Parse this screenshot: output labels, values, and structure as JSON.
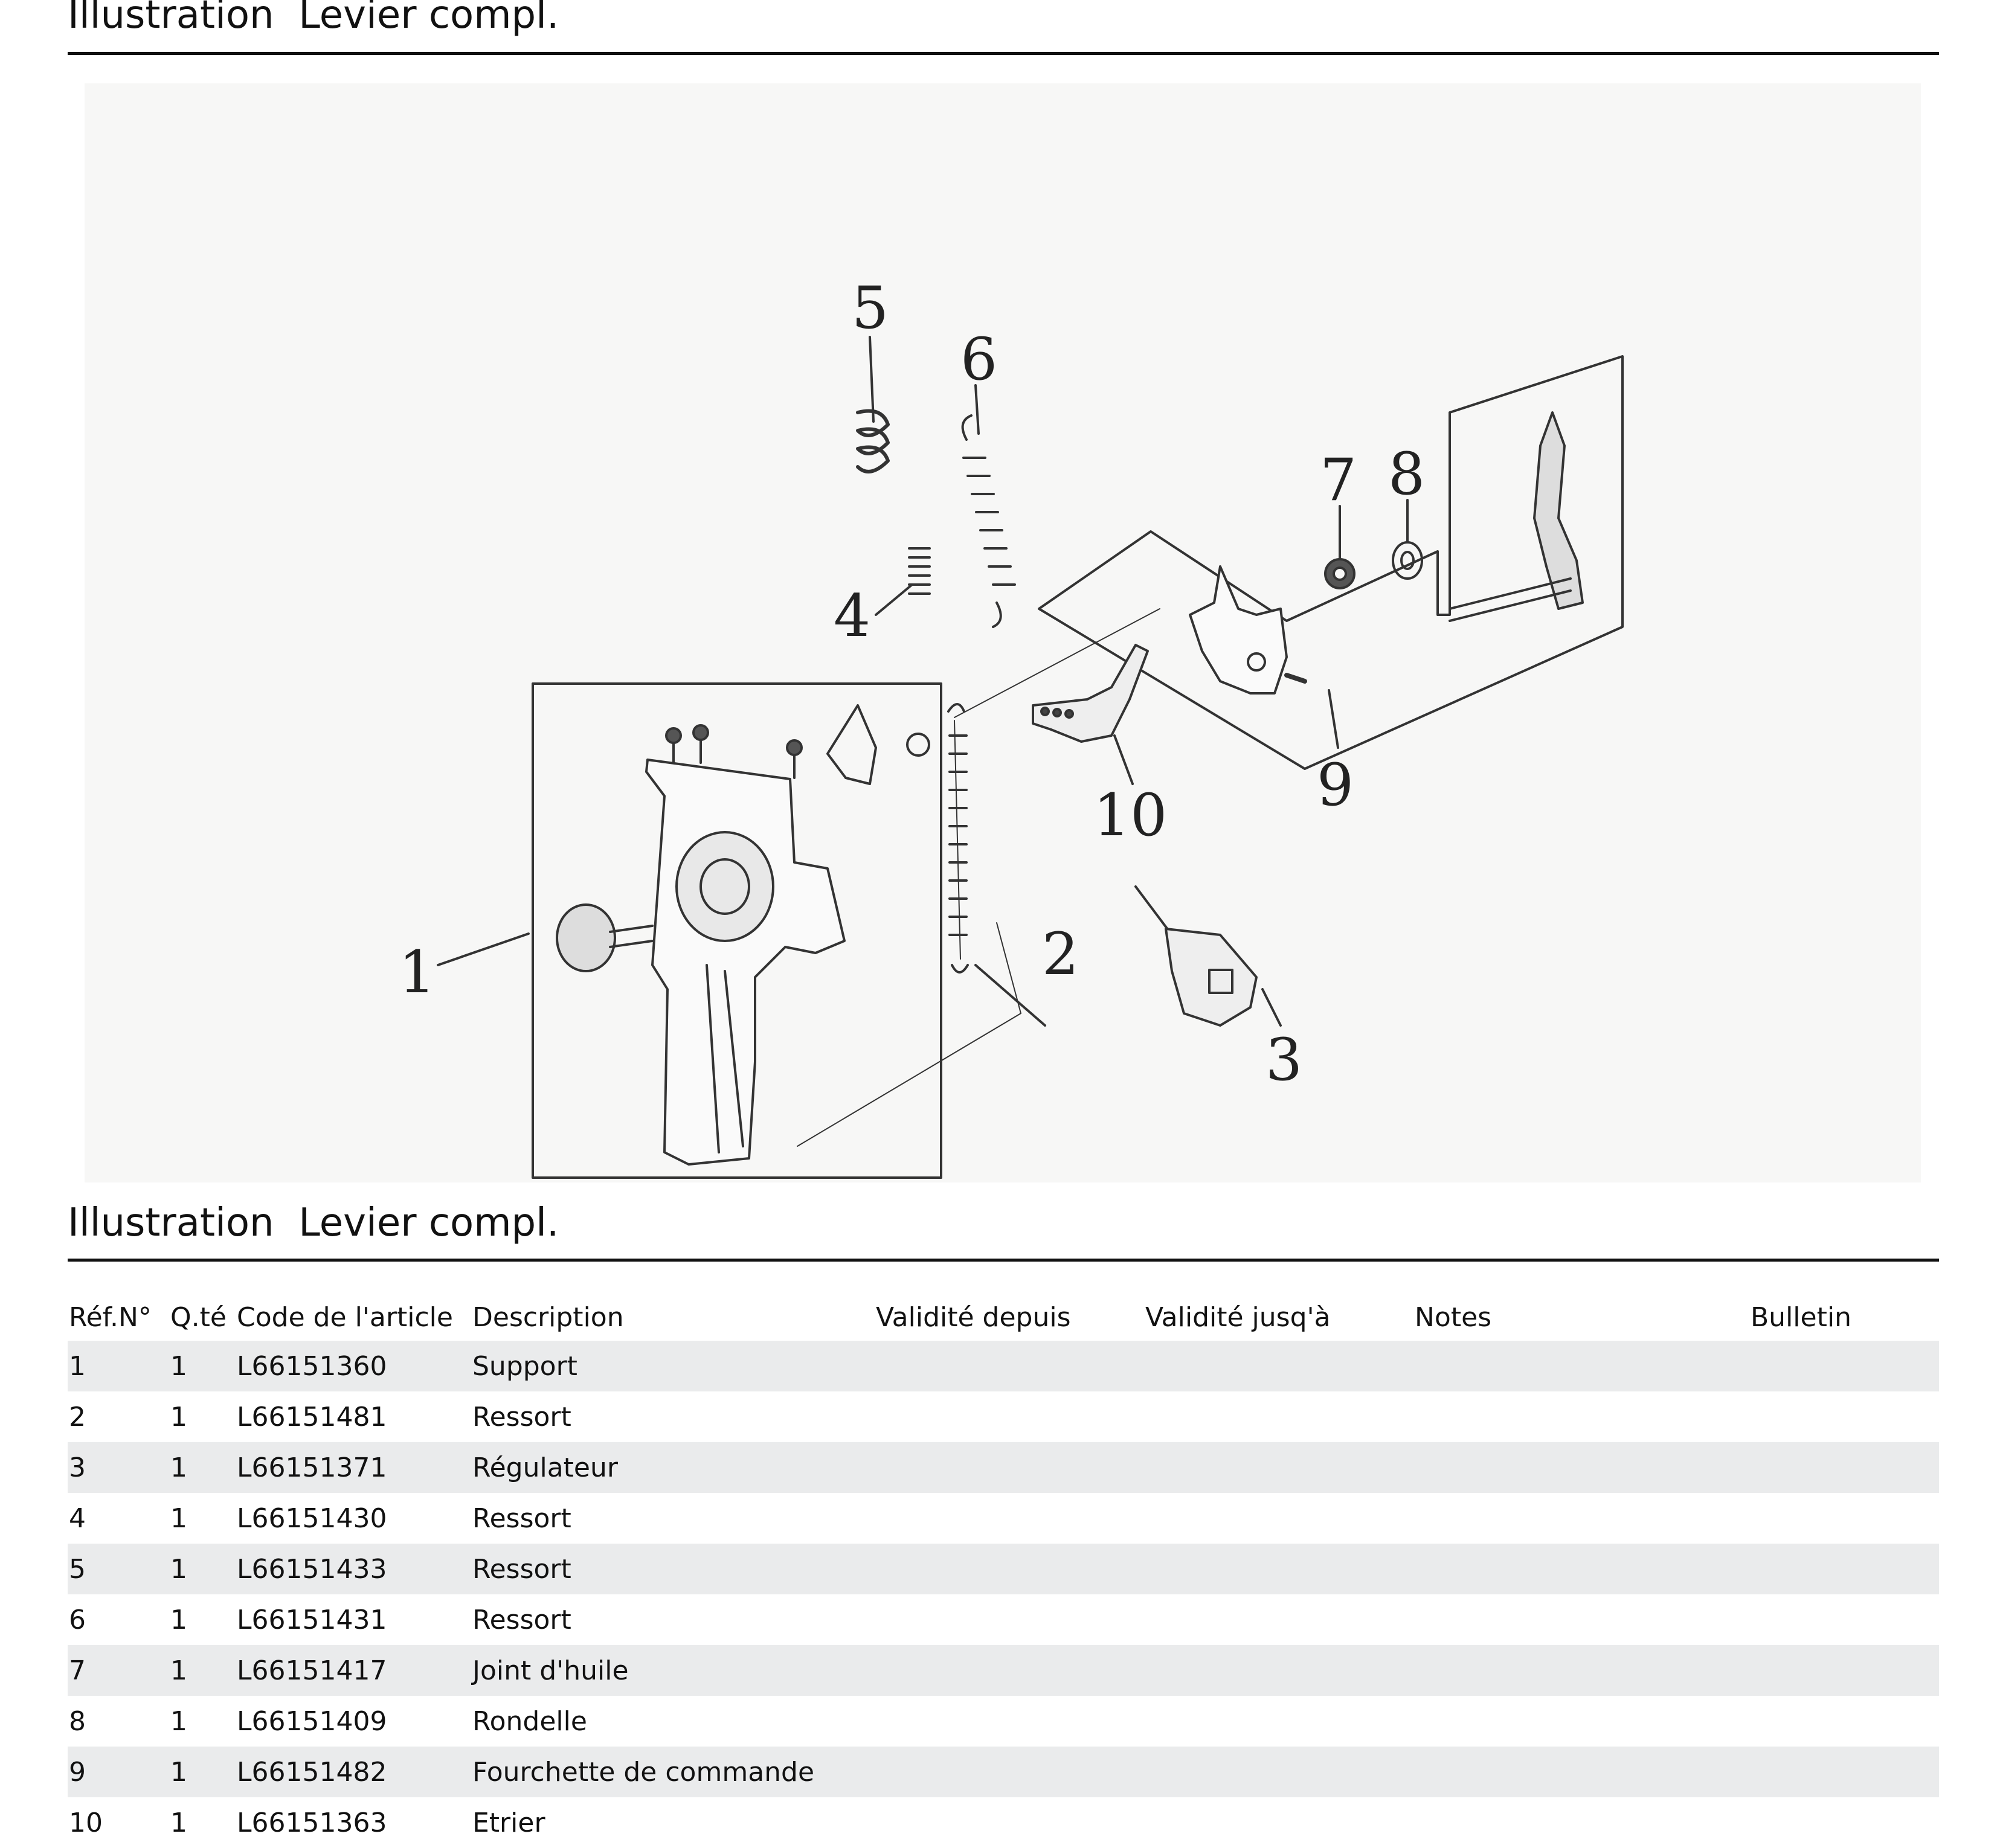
{
  "header": {
    "title_label": "Illustration",
    "title_text": "Levier compl."
  },
  "diagram": {
    "callouts": [
      "1",
      "2",
      "3",
      "4",
      "5",
      "6",
      "7",
      "8",
      "9",
      "10"
    ]
  },
  "section": {
    "title_label": "Illustration",
    "title_text": "Levier compl."
  },
  "table": {
    "headers": {
      "ref": "Réf.N°",
      "qty": "Q.té",
      "code": "Code de l'article",
      "description": "Description",
      "valid_from": "Validité depuis",
      "valid_to": "Validité jusq'à",
      "notes": "Notes",
      "bulletin": "Bulletin"
    },
    "rows": [
      {
        "ref": "1",
        "qty": "1",
        "code": "L66151360",
        "description": "Support",
        "valid_from": "",
        "valid_to": "",
        "notes": "",
        "bulletin": ""
      },
      {
        "ref": "2",
        "qty": "1",
        "code": "L66151481",
        "description": "Ressort",
        "valid_from": "",
        "valid_to": "",
        "notes": "",
        "bulletin": ""
      },
      {
        "ref": "3",
        "qty": "1",
        "code": "L66151371",
        "description": "Régulateur",
        "valid_from": "",
        "valid_to": "",
        "notes": "",
        "bulletin": ""
      },
      {
        "ref": "4",
        "qty": "1",
        "code": "L66151430",
        "description": "Ressort",
        "valid_from": "",
        "valid_to": "",
        "notes": "",
        "bulletin": ""
      },
      {
        "ref": "5",
        "qty": "1",
        "code": "L66151433",
        "description": "Ressort",
        "valid_from": "",
        "valid_to": "",
        "notes": "",
        "bulletin": ""
      },
      {
        "ref": "6",
        "qty": "1",
        "code": "L66151431",
        "description": "Ressort",
        "valid_from": "",
        "valid_to": "",
        "notes": "",
        "bulletin": ""
      },
      {
        "ref": "7",
        "qty": "1",
        "code": "L66151417",
        "description": "Joint d'huile",
        "valid_from": "",
        "valid_to": "",
        "notes": "",
        "bulletin": ""
      },
      {
        "ref": "8",
        "qty": "1",
        "code": "L66151409",
        "description": "Rondelle",
        "valid_from": "",
        "valid_to": "",
        "notes": "",
        "bulletin": ""
      },
      {
        "ref": "9",
        "qty": "1",
        "code": "L66151482",
        "description": "Fourchette de commande",
        "valid_from": "",
        "valid_to": "",
        "notes": "",
        "bulletin": ""
      },
      {
        "ref": "10",
        "qty": "1",
        "code": "L66151363",
        "description": "Etrier",
        "valid_from": "",
        "valid_to": "",
        "notes": "",
        "bulletin": ""
      }
    ]
  }
}
